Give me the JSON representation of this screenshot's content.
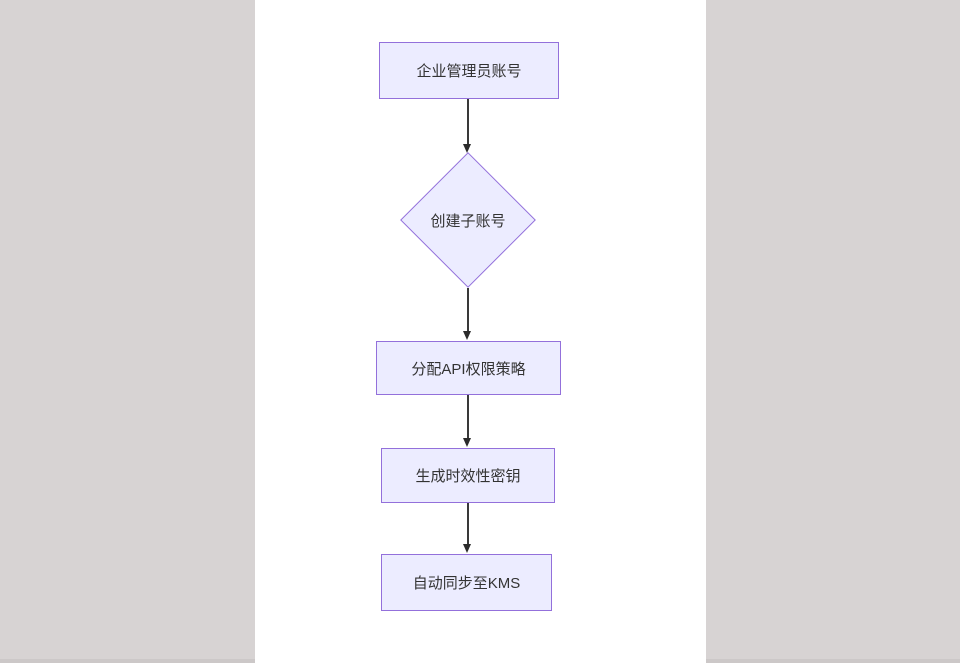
{
  "colors": {
    "page_background": "#d7d3d3",
    "page_bottom_strip": "#ccc8c8",
    "canvas_background": "#ffffff",
    "node_fill": "#ececff",
    "node_border": "#9370db",
    "node_text": "#333333",
    "edge_line": "#393939"
  },
  "diagram": {
    "type": "flowchart",
    "direction": "top-down",
    "nodes": [
      {
        "id": "admin",
        "shape": "rect",
        "label": "企业管理员账号"
      },
      {
        "id": "create",
        "shape": "diamond",
        "label": "创建子账号"
      },
      {
        "id": "policy",
        "shape": "rect",
        "label": "分配API权限策略"
      },
      {
        "id": "key",
        "shape": "rect",
        "label": "生成时效性密钥"
      },
      {
        "id": "kms",
        "shape": "rect",
        "label": "自动同步至KMS"
      }
    ],
    "edges": [
      {
        "from": "admin",
        "to": "create",
        "label": ""
      },
      {
        "from": "create",
        "to": "policy",
        "label": ""
      },
      {
        "from": "policy",
        "to": "key",
        "label": ""
      },
      {
        "from": "key",
        "to": "kms",
        "label": ""
      }
    ]
  }
}
